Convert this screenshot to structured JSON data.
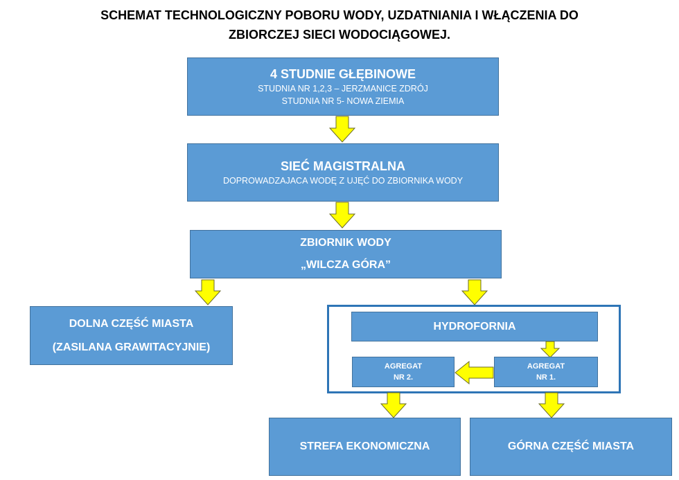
{
  "colors": {
    "box_fill": "#5b9bd5",
    "box_border": "#41719c",
    "frame_border": "#2e75b6",
    "arrow_fill": "#ffff00",
    "arrow_stroke": "#6b6b2a",
    "title_color": "#000000"
  },
  "title": {
    "line1": "SCHEMAT TECHNOLOGICZNY POBORU WODY, UZDATNIANIA I WŁĄCZENIA DO",
    "line2": "ZBIORCZEJ SIECI WODOCIĄGOWEJ."
  },
  "wells": {
    "heading": "4 STUDNIE GŁĘBINOWE",
    "line1": "STUDNIA NR 1,2,3 – JERZMANICE ZDRÓJ",
    "line2": "STUDNIA NR 5- NOWA ZIEMIA"
  },
  "main_network": {
    "heading": "SIEĆ MAGISTRALNA",
    "line1": "DOPROWADZAJACA WODĘ Z UJĘĆ DO ZBIORNIKA WODY"
  },
  "reservoir": {
    "line1": "ZBIORNIK WODY",
    "line2": "„WILCZA GÓRA”"
  },
  "lower_city": {
    "line1": "DOLNA CZĘŚĆ MIASTA",
    "line2": "(ZASILANA GRAWITACYJNIE)"
  },
  "hydrophore": {
    "label": "HYDROFORNIA"
  },
  "unit2": {
    "line1": "AGREGAT",
    "line2": "NR 2."
  },
  "unit1": {
    "line1": "AGREGAT",
    "line2": "NR 1."
  },
  "economic_zone": {
    "label": "STREFA EKONOMICZNA"
  },
  "upper_city": {
    "label": "GÓRNA CZĘŚĆ MIASTA"
  }
}
